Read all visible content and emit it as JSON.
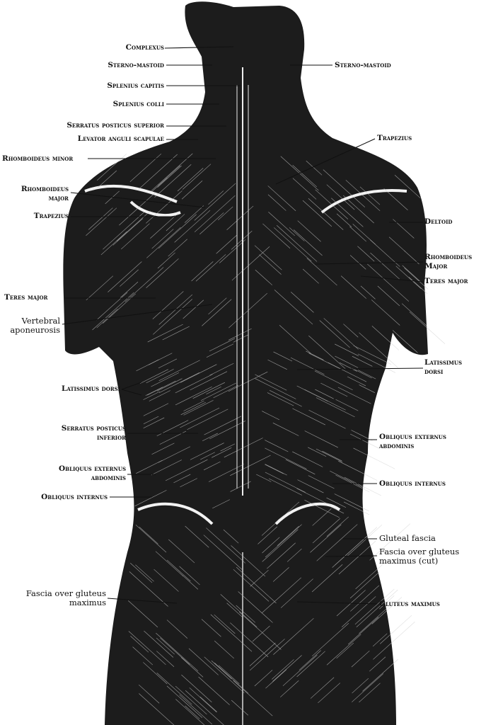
{
  "labels_left": {
    "complexus": "Complexus",
    "sterno_mastoid": "Sterno-mastoid",
    "splenius_capitis": "Splenius capitis",
    "splenius_colli": "Splenius colli",
    "serratus_posticus_superior": "Serratus posticus superior",
    "levator_anguli_scapulae": "Levator anguli scapulae",
    "rhomboideus_minor": "Rhomboideus minor",
    "rhomboideus_major_1": "Rhomboideus",
    "rhomboideus_major_2": "major",
    "trapezius": "Trapezius",
    "teres_major": "Teres major",
    "vertebral_aponeurosis_1": "Vertebral",
    "vertebral_aponeurosis_2": "aponeurosis",
    "latissimus_dorsi": "Latissimus dorsi",
    "serratus_posticus_inferior_1": "Serratus posticus",
    "serratus_posticus_inferior_2": "inferior",
    "obliquus_externus_1": "Obliquus externus",
    "obliquus_externus_2": "abdominis",
    "obliquus_internus": "Obliquus internus",
    "fascia_gluteus_1": "Fascia over gluteus",
    "fascia_gluteus_2": "maximus"
  },
  "labels_right": {
    "sterno_mastoid": "Sterno-mastoid",
    "trapezius": "Trapezius",
    "deltoid": "Deltoid",
    "rhomboideus_major_1": "Rhomboideus",
    "rhomboideus_major_2": "Major",
    "teres_major": "Teres major",
    "latissimus_dorsi_1": "Latissimus",
    "latissimus_dorsi_2": "dorsi",
    "obliquus_externus_1": "Obliquus externus",
    "obliquus_externus_2": "abdominis",
    "obliquus_internus": "Obliquus internus",
    "gluteal_fascia": "Gluteal fascia",
    "fascia_gluteus_cut_1": "Fascia over gluteus",
    "fascia_gluteus_cut_2": "maximus (cut)",
    "gluteus_maximus": "Gluteus maximus"
  }
}
